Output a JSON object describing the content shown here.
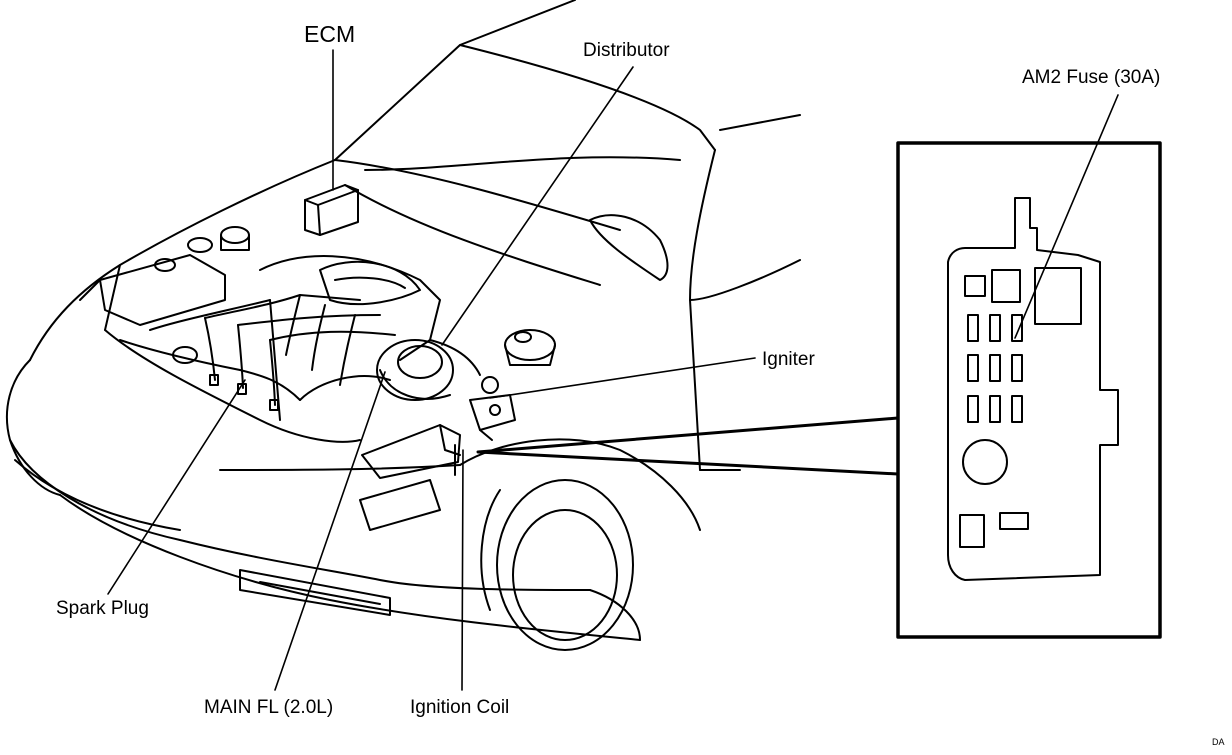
{
  "labels": {
    "ecm": "ECM",
    "distributor": "Distributor",
    "am2_fuse": "AM2 Fuse (30A)",
    "igniter": "Igniter",
    "spark_plug": "Spark Plug",
    "main_fl": "MAIN FL (2.0L)",
    "ignition_coil": "Ignition Coil",
    "corner_code": "DA"
  }
}
